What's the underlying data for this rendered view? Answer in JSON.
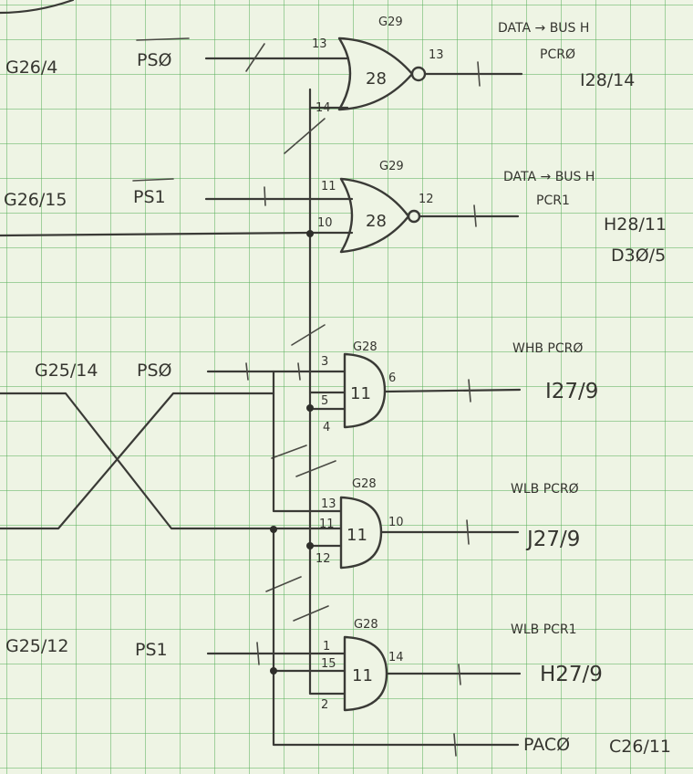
{
  "labels": {
    "g26_4": "G26/4",
    "ps0_bar": "PSØ",
    "data_bus_h": "DATA → BUS H",
    "pcr0": "PCRØ",
    "i28_14": "I28/14",
    "g26_15": "G26/15",
    "ps1_bar": "PS1",
    "pcr1": "PCR1",
    "h28_11": "H28/11",
    "d30_5": "D3Ø/5",
    "g25_14": "G25/14",
    "ps0": "PSØ",
    "whb_pcr0": "WHB PCRØ",
    "i27_9": "I27/9",
    "wlb_pcr0": "WLB PCRØ",
    "j27_9": "J27/9",
    "g25_12": "G25/12",
    "ps1": "PS1",
    "wlb_pcr1": "WLB PCR1",
    "h27_9": "H27/9",
    "pac0": "PACØ",
    "c26_11": "C26/11"
  },
  "chips": {
    "g29": "G29",
    "g28": "G28",
    "n28": "28",
    "n11": "11"
  },
  "pins": {
    "p13_a": "13",
    "p14_a": "14",
    "p13_out": "13",
    "p11_a": "11",
    "p10": "10",
    "p12": "12",
    "p3": "3",
    "p5": "5",
    "p4": "4",
    "p6": "6",
    "p13_b": "13",
    "p11_b": "11",
    "p12_b": "12",
    "p10_out": "10",
    "p1": "1",
    "p15": "15",
    "p2": "2",
    "p14_out": "14"
  },
  "colors": {
    "paper": "#eef4e4",
    "grid": "#60b260",
    "ink": "#3a3a36"
  }
}
